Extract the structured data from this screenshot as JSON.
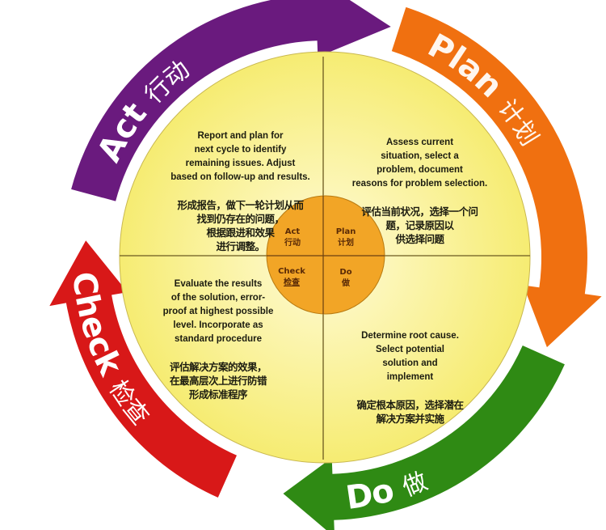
{
  "colors": {
    "act": "#6a1a7e",
    "plan": "#f07010",
    "do": "#2f8a14",
    "check": "#d81818",
    "inner_circle": "#f2a526",
    "disc_center": "#fffbd0",
    "disc_edge": "#f6ec70"
  },
  "arrows": {
    "act": {
      "en": "Act",
      "zh": "行动"
    },
    "plan": {
      "en": "Plan",
      "zh": "计划"
    },
    "do": {
      "en": "Do",
      "zh": "做"
    },
    "check": {
      "en": "Check",
      "zh": "检查"
    }
  },
  "center": {
    "act": {
      "en": "Act",
      "zh": "行动"
    },
    "plan": {
      "en": "Plan",
      "zh": "计划"
    },
    "check": {
      "en": "Check",
      "zh": "检查"
    },
    "do": {
      "en": "Do",
      "zh": "做"
    }
  },
  "quadrants": {
    "act": {
      "en": "Report and plan for\nnext cycle to identify\nremaining issues. Adjust\nbased on follow-up and results.",
      "zh": "形成报告，做下一轮计划从而\n找到仍存在的问题，\n根据跟进和效果\n进行调整。"
    },
    "plan": {
      "en": "Assess current\nsituation, select a\nproblem, document\nreasons for  problem selection.",
      "zh": "评估当前状况，选择一个问\n题，记录原因以\n供选择问题"
    },
    "check": {
      "en": "Evaluate the results\nof the solution, error-\nproof at highest possible\nlevel.  Incorporate as\nstandard procedure",
      "zh": "评估解决方案的效果，\n在最高层次上进行防错\n形成标准程序"
    },
    "do": {
      "en": "Determine root cause.\nSelect potential\nsolution and\nimplement",
      "zh": "确定根本原因，选择潜在\n解决方案并实施"
    }
  }
}
